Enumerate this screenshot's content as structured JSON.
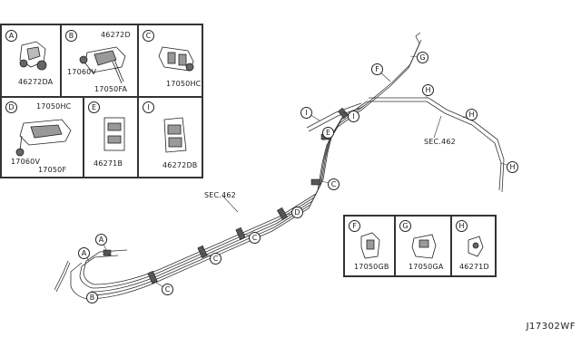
{
  "diagram_id": "J17302WF",
  "sec_labels": [
    "SEC.462",
    "SEC.462"
  ],
  "detail_top": {
    "A": {
      "letter": "A",
      "parts": [
        "46272DA"
      ]
    },
    "B": {
      "letter": "B",
      "parts": [
        "46272D",
        "17060V",
        "17050FA"
      ]
    },
    "C": {
      "letter": "C",
      "parts": [
        "17050HC"
      ]
    },
    "D": {
      "letter": "D",
      "parts": [
        "17050HC",
        "17060V",
        "17050F"
      ]
    },
    "E": {
      "letter": "E",
      "parts": [
        "46271B"
      ]
    },
    "I": {
      "letter": "I",
      "parts": [
        "46272DB"
      ]
    }
  },
  "detail_bottom": {
    "F": {
      "letter": "F",
      "parts": [
        "17050GB"
      ]
    },
    "G": {
      "letter": "G",
      "parts": [
        "17050GA"
      ]
    },
    "H": {
      "letter": "H",
      "parts": [
        "46271D"
      ]
    }
  },
  "callouts": [
    "G",
    "F",
    "H",
    "I",
    "I",
    "H",
    "E",
    "H",
    "C",
    "D",
    "C",
    "A",
    "A",
    "C",
    "B",
    "C"
  ]
}
